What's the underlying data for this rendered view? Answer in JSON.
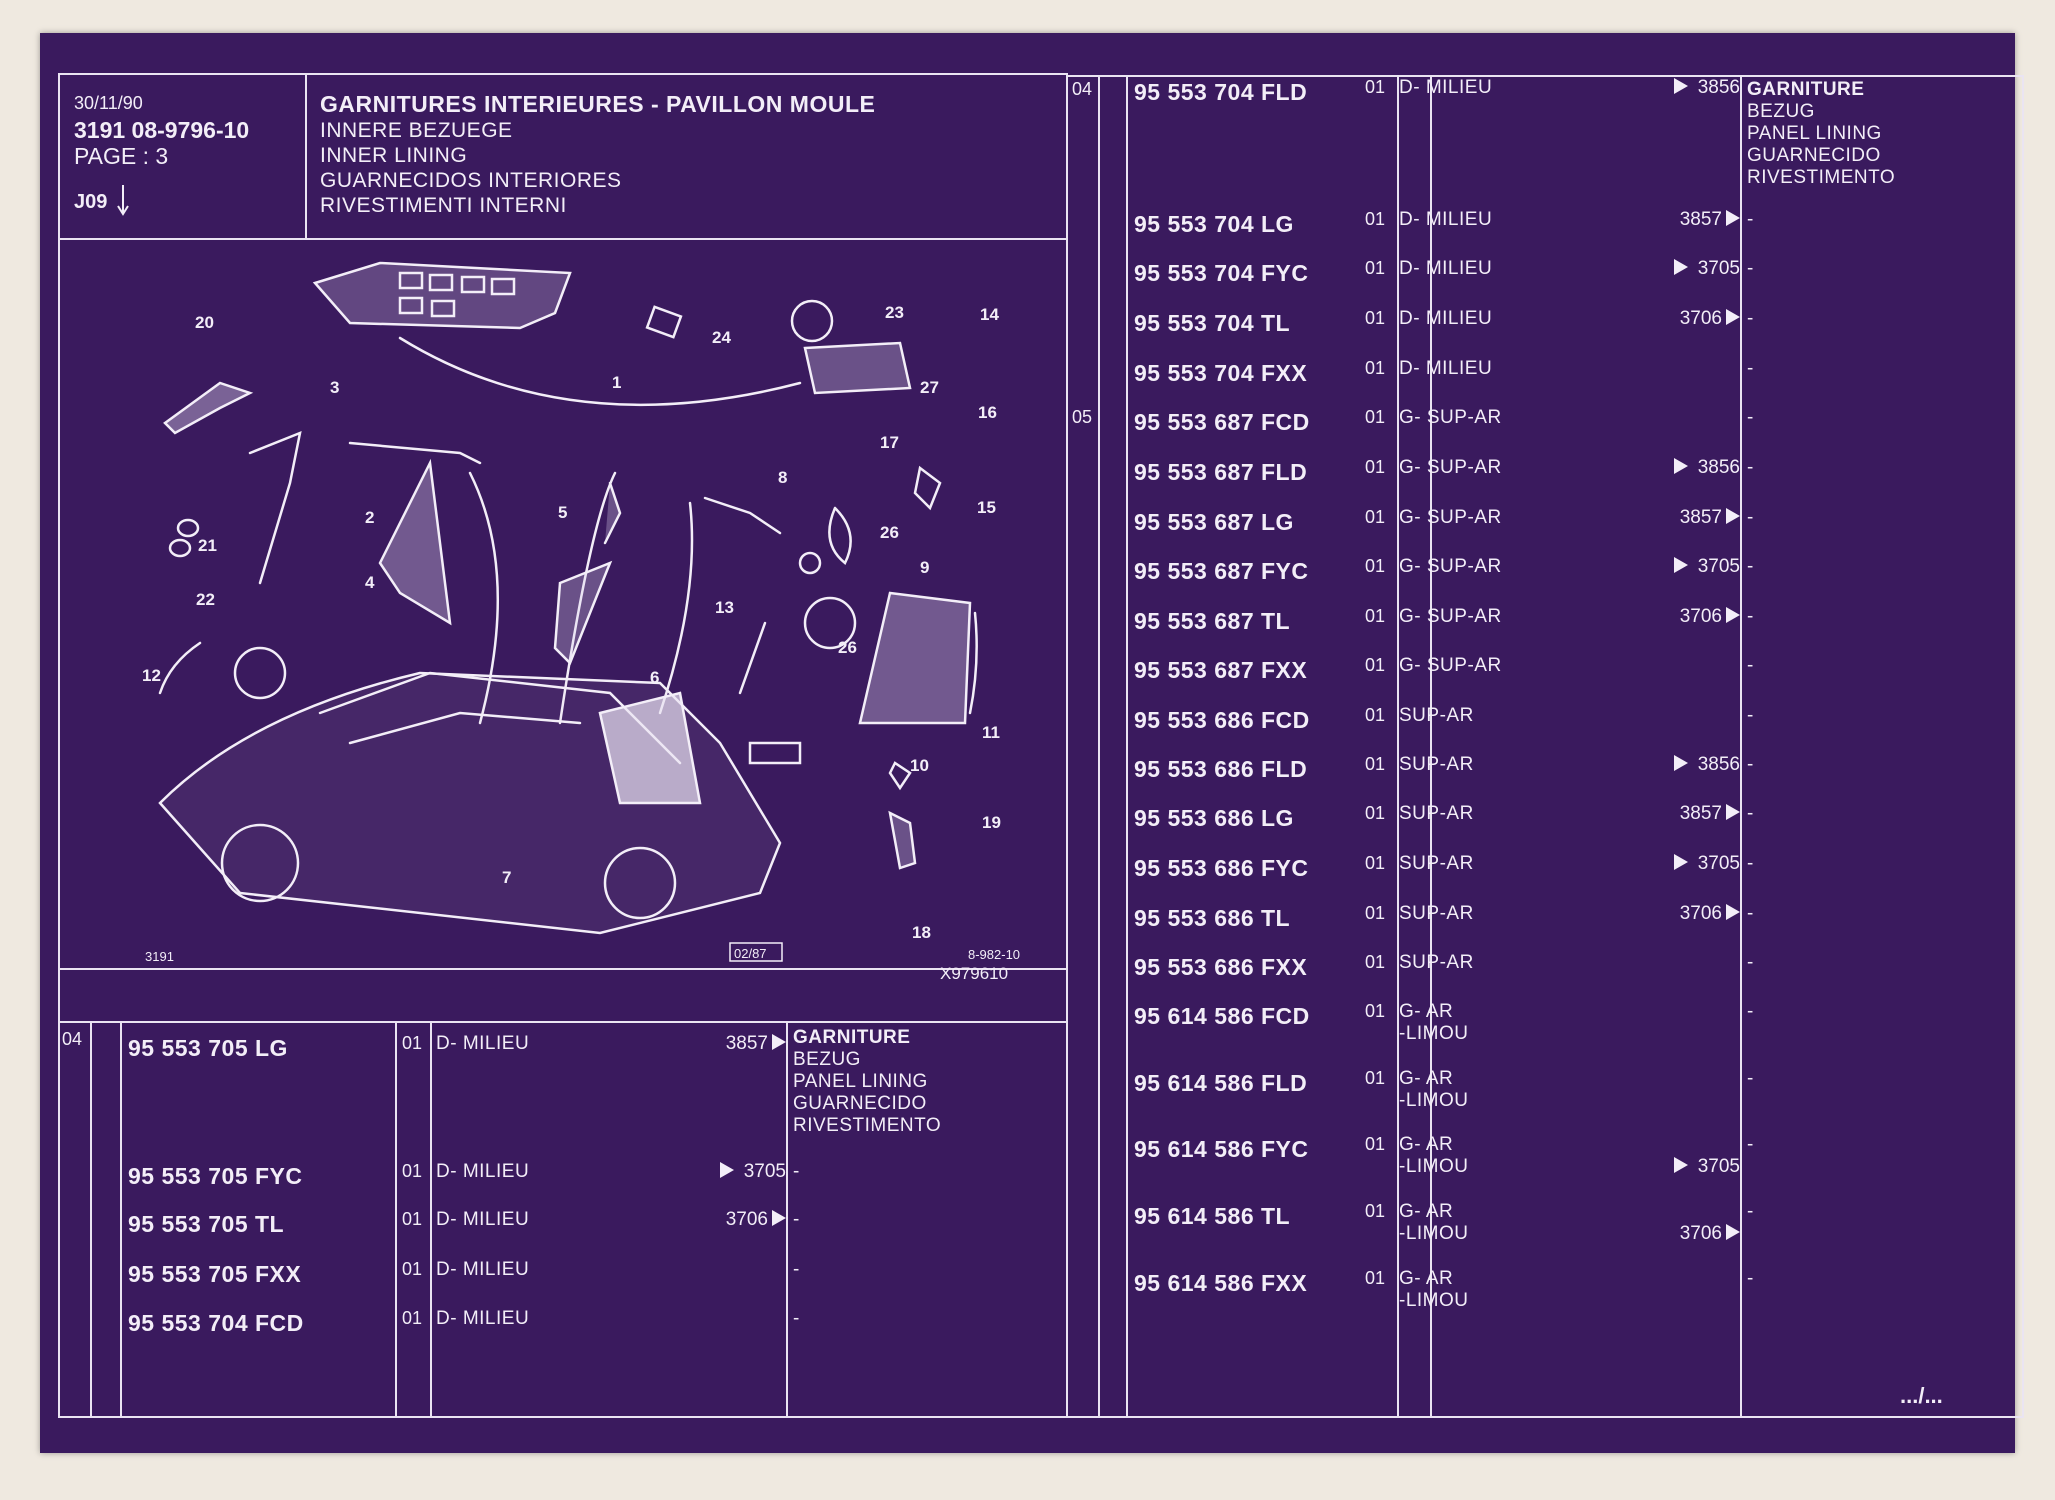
{
  "header": {
    "date": "30/11/90",
    "code": "3191  08-9796-10",
    "page": "PAGE : 3",
    "section": "J09",
    "title": "GARNITURES INTERIEURES - PAVILLON MOULE",
    "subtitles": [
      "INNERE BEZUEGE",
      "INNER LINING",
      "GUARNECIDOS INTERIORES",
      "RIVESTIMENTI INTERNI"
    ]
  },
  "diagram": {
    "callouts": [
      "1",
      "2",
      "3",
      "4",
      "5",
      "6",
      "7",
      "8",
      "9",
      "10",
      "11",
      "12",
      "13",
      "14",
      "15",
      "16",
      "17",
      "18",
      "19",
      "20",
      "21",
      "22",
      "23",
      "24",
      "26",
      "26",
      "27"
    ],
    "left_ref": "3191",
    "date_box": "02/87",
    "drawing_ref": "8-982-10",
    "stamp": "X979610"
  },
  "labels": {
    "main": "GARNITURE",
    "translations": [
      "BEZUG",
      "PANEL LINING",
      "GUARNECIDO",
      "RIVESTIMENTO"
    ]
  },
  "left_table": {
    "level": "04",
    "rows": [
      {
        "part": "95 553 705 LG",
        "qty": "01",
        "desc": [
          "D-   MILIEU"
        ],
        "ref": "3857",
        "arrow": "after",
        "dash": ""
      },
      {
        "part": "95 553 705 FYC",
        "qty": "01",
        "desc": [
          "D-   MILIEU"
        ],
        "ref": "3705",
        "arrow": "before",
        "dash": "-"
      },
      {
        "part": "95 553 705 TL",
        "qty": "01",
        "desc": [
          "D-   MILIEU"
        ],
        "ref": "3706",
        "arrow": "after",
        "dash": "-"
      },
      {
        "part": "95 553 705 FXX",
        "qty": "01",
        "desc": [
          "D-   MILIEU"
        ],
        "ref": "",
        "arrow": "",
        "dash": "-"
      },
      {
        "part": "95 553 704 FCD",
        "qty": "01",
        "desc": [
          "D-   MILIEU"
        ],
        "ref": "",
        "arrow": "",
        "dash": "-"
      }
    ]
  },
  "right_table": {
    "levels": [
      {
        "label": "04"
      },
      {
        "label": "05"
      }
    ],
    "rows": [
      {
        "part": "95 553 704 FLD",
        "qty": "01",
        "desc": [
          "D-   MILIEU"
        ],
        "ref": "3856",
        "arrow": "before",
        "dash": ""
      },
      {
        "part": "95 553 704 LG",
        "qty": "01",
        "desc": [
          "D-   MILIEU"
        ],
        "ref": "3857",
        "arrow": "after",
        "dash": "-"
      },
      {
        "part": "95 553 704 FYC",
        "qty": "01",
        "desc": [
          "D-   MILIEU"
        ],
        "ref": "3705",
        "arrow": "before",
        "dash": "-"
      },
      {
        "part": "95 553 704 TL",
        "qty": "01",
        "desc": [
          "D-   MILIEU"
        ],
        "ref": "3706",
        "arrow": "after",
        "dash": "-"
      },
      {
        "part": "95 553 704 FXX",
        "qty": "01",
        "desc": [
          "D-   MILIEU"
        ],
        "ref": "",
        "arrow": "",
        "dash": "-"
      },
      {
        "part": "95 553 687 FCD",
        "qty": "01",
        "desc": [
          "G-   SUP-AR"
        ],
        "ref": "",
        "arrow": "",
        "dash": "-"
      },
      {
        "part": "95 553 687 FLD",
        "qty": "01",
        "desc": [
          "G-   SUP-AR"
        ],
        "ref": "3856",
        "arrow": "before",
        "dash": "-"
      },
      {
        "part": "95 553 687 LG",
        "qty": "01",
        "desc": [
          "G-   SUP-AR"
        ],
        "ref": "3857",
        "arrow": "after",
        "dash": "-"
      },
      {
        "part": "95 553 687 FYC",
        "qty": "01",
        "desc": [
          "G-   SUP-AR"
        ],
        "ref": "3705",
        "arrow": "before",
        "dash": "-"
      },
      {
        "part": "95 553 687 TL",
        "qty": "01",
        "desc": [
          "G-   SUP-AR"
        ],
        "ref": "3706",
        "arrow": "after",
        "dash": "-"
      },
      {
        "part": "95 553 687 FXX",
        "qty": "01",
        "desc": [
          "G-   SUP-AR"
        ],
        "ref": "",
        "arrow": "",
        "dash": "-"
      },
      {
        "part": "95 553 686 FCD",
        "qty": "01",
        "desc": [
          "SUP-AR"
        ],
        "ref": "",
        "arrow": "",
        "dash": "-"
      },
      {
        "part": "95 553 686 FLD",
        "qty": "01",
        "desc": [
          "SUP-AR"
        ],
        "ref": "3856",
        "arrow": "before",
        "dash": "-"
      },
      {
        "part": "95 553 686 LG",
        "qty": "01",
        "desc": [
          "SUP-AR"
        ],
        "ref": "3857",
        "arrow": "after",
        "dash": "-"
      },
      {
        "part": "95 553 686 FYC",
        "qty": "01",
        "desc": [
          "SUP-AR"
        ],
        "ref": "3705",
        "arrow": "before",
        "dash": "-"
      },
      {
        "part": "95 553 686 TL",
        "qty": "01",
        "desc": [
          "SUP-AR"
        ],
        "ref": "3706",
        "arrow": "after",
        "dash": "-"
      },
      {
        "part": "95 553 686 FXX",
        "qty": "01",
        "desc": [
          "SUP-AR"
        ],
        "ref": "",
        "arrow": "",
        "dash": "-"
      },
      {
        "part": "95 614 586 FCD",
        "qty": "01",
        "desc": [
          "G-   AR",
          "-LIMOU"
        ],
        "ref": "",
        "arrow": "",
        "dash": "-"
      },
      {
        "part": "95 614 586 FLD",
        "qty": "01",
        "desc": [
          "G-   AR",
          "-LIMOU"
        ],
        "ref": "",
        "arrow": "",
        "dash": "-"
      },
      {
        "part": "95 614 586 FYC",
        "qty": "01",
        "desc": [
          "G-   AR",
          "-LIMOU"
        ],
        "ref": "3705",
        "arrow": "before",
        "dash": "-"
      },
      {
        "part": "95 614 586 TL",
        "qty": "01",
        "desc": [
          "G-   AR",
          "-LIMOU"
        ],
        "ref": "3706",
        "arrow": "after",
        "dash": "-"
      },
      {
        "part": "95 614 586 FXX",
        "qty": "01",
        "desc": [
          "G-   AR",
          "-LIMOU"
        ],
        "ref": "",
        "arrow": "",
        "dash": "-"
      }
    ]
  },
  "footer": {
    "continuation": ".../..."
  }
}
